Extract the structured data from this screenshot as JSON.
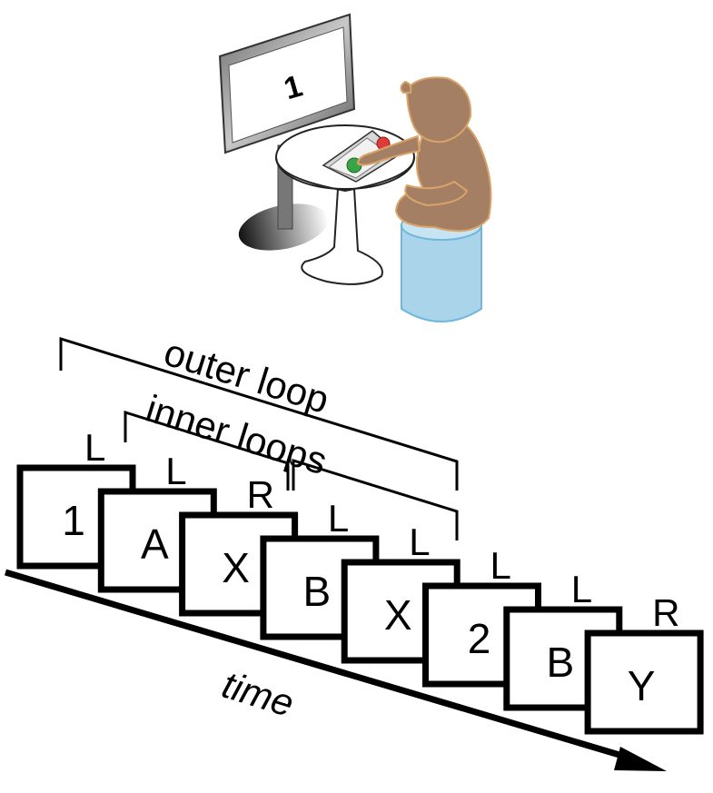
{
  "illustration": {
    "monitor_digit": "1"
  },
  "loops": {
    "outer_label": "outer loop",
    "inner_label": "inner loops"
  },
  "time_label": "time",
  "stimuli": [
    {
      "symbol": "1",
      "response": "L"
    },
    {
      "symbol": "A",
      "response": "L"
    },
    {
      "symbol": "X",
      "response": "R"
    },
    {
      "symbol": "B",
      "response": "L"
    },
    {
      "symbol": "X",
      "response": "L"
    },
    {
      "symbol": "2",
      "response": "L"
    },
    {
      "symbol": "B",
      "response": "L"
    },
    {
      "symbol": "Y",
      "response": "R"
    }
  ],
  "colors": {
    "monkey": "#a57f64",
    "monkey_outline": "#d9a46a",
    "stool": "#a9d4ea",
    "stool_outline": "#6fb7dc",
    "green_button": "#3aa347",
    "red_button": "#e03b3b"
  }
}
